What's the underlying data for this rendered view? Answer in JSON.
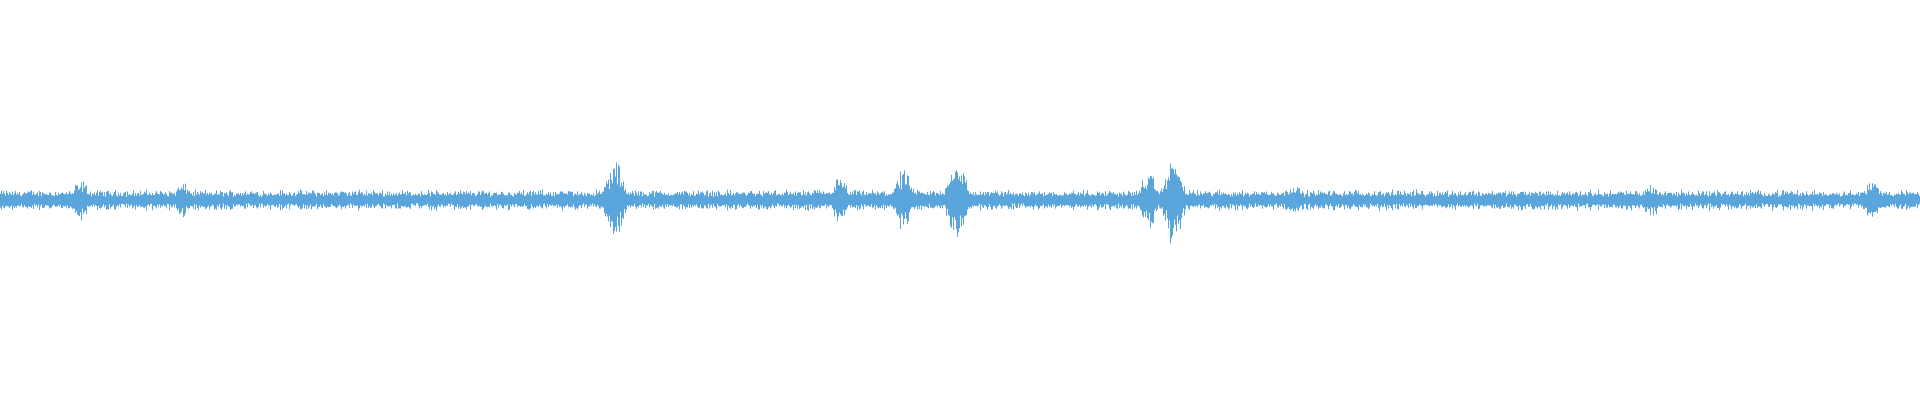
{
  "waveform": {
    "color": "#5aa5dc",
    "baseline_amplitude": 0.04,
    "peaks": [
      {
        "position": 0.042,
        "amplitude": 0.08
      },
      {
        "position": 0.095,
        "amplitude": 0.07
      },
      {
        "position": 0.32,
        "amplitude": 0.16
      },
      {
        "position": 0.437,
        "amplitude": 0.09
      },
      {
        "position": 0.47,
        "amplitude": 0.12
      },
      {
        "position": 0.498,
        "amplitude": 0.18
      },
      {
        "position": 0.598,
        "amplitude": 0.11
      },
      {
        "position": 0.611,
        "amplitude": 0.18
      },
      {
        "position": 0.673,
        "amplitude": 0.07
      },
      {
        "position": 0.86,
        "amplitude": 0.07
      },
      {
        "position": 0.975,
        "amplitude": 0.08
      }
    ]
  }
}
